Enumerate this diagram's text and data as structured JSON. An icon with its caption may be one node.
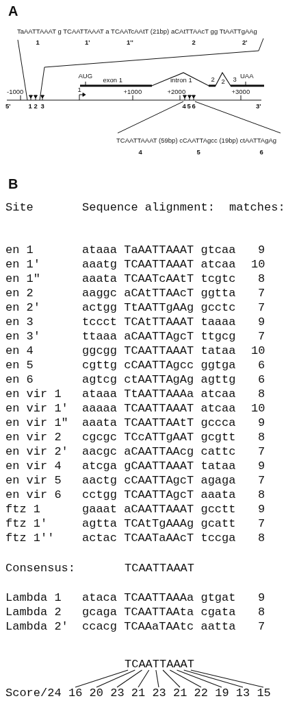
{
  "diagram": {
    "nodes": [
      {
        "text": [
          "TCAATTAAAT"
        ]
      },
      {
        "text": [
          "16"
        ]
      },
      {
        "text": [
          "20"
        ]
      },
      {
        "text": [
          "23"
        ]
      },
      {
        "text": [
          "21"
        ]
      },
      {
        "text": [
          "23"
        ]
      },
      {
        "text": [
          "21"
        ]
      },
      {
        "text": [
          "22"
        ]
      },
      {
        "text": [
          "19"
        ]
      },
      {
        "text": [
          "13"
        ]
      },
      {
        "text": [
          "15"
        ]
      }
    ],
    "edges": [
      {
        "from": 0,
        "to": 1,
        "arrow": "none"
      },
      {
        "from": 0,
        "to": 2,
        "arrow": "none"
      },
      {
        "from": 0,
        "to": 3,
        "arrow": "none"
      },
      {
        "from": 0,
        "to": 4,
        "arrow": "none"
      },
      {
        "from": 0,
        "to": 5,
        "arrow": "none"
      },
      {
        "from": 0,
        "to": 6,
        "arrow": "none"
      },
      {
        "from": 0,
        "to": 7,
        "arrow": "none"
      },
      {
        "from": 0,
        "to": 8,
        "arrow": "none"
      },
      {
        "from": 0,
        "to": 9,
        "arrow": "none"
      },
      {
        "from": 0,
        "to": 10,
        "arrow": "none"
      }
    ],
    "labels": [
      "A",
      "TaAATTAAAT g TCAATTAAAT a TCAATcAAtT (21bp) aCAtTTAAcT gg TtAATTgAAg",
      "1",
      "1'",
      "1''",
      "2",
      "2'",
      "AUG",
      "exon 1",
      "intron 1",
      "2",
      "2",
      "3",
      "UAA",
      "-1000",
      "1",
      "+1000",
      "+2000",
      "+3000",
      "5'",
      "1",
      "2",
      "3",
      "4",
      "5",
      "6",
      "3'",
      "TCAATTAAAT (59bp) cCAATTAgcc (19bp) ctAATTAgAg",
      "4",
      "5",
      "6",
      "B",
      "Site",
      "Sequence alignment:",
      "matches:",
      "en 1",
      "ataaa TaAATTAAAT gtcaa",
      "9",
      "en 1'",
      "aaatg TCAATTAAAT atcaa",
      "10",
      "en 1\"",
      "aaata TCAATcAAtT tcgtc",
      "8",
      "en 2",
      "aaggc aCAtTTAAcT ggtta",
      "7",
      "en 2'",
      "actgg TtAATTgAAg gcctc",
      "7",
      "en 3",
      "tccct TCAtTTAAAT taaaa",
      "9",
      "en 3'",
      "ttaaa aCAATTAgcT ttgcg",
      "7",
      "en 4",
      "ggcgg TCAATTAAAT tataa",
      "10",
      "en 5",
      "cgttg cCAATTAgcc ggtga",
      "6",
      "en 6",
      "agtcg ctAATTAgAg agttg",
      "6",
      "en vir 1",
      "ataaa TtAATTAAAa atcaa",
      "8",
      "en vir 1'",
      "aaaaa TCAATTAAAT atcaa",
      "10",
      "en vir 1\"",
      "aaata TCAATTAAtT gccca",
      "9",
      "en vir 2",
      "cgcgc TCcATTgAAT gcgtt",
      "8",
      "en vir 2'",
      "aacgc aCAATTAAcg cattc",
      "7",
      "en vir 4",
      "atcga gCAATTAAAT tataa",
      "9",
      "en vir 5",
      "aactg cCAATTAgcT agaga",
      "7",
      "en vir 6",
      "cctgg TCAATTAgcT aaata",
      "8",
      "ftz 1",
      "gaaat aCAATTAAAT gcctt",
      "9",
      "ftz 1'",
      "agtta TCAtTgAAAg gcatt",
      "7",
      "ftz 1''",
      "actac TCAATaAAcT tccga",
      "8",
      "Consensus:",
      "TCAATTAAAT",
      "Lambda 1",
      "ataca TCAATTAAAa gtgat",
      "9",
      "Lambda 2",
      "gcaga TCAATTAAta cgata",
      "8",
      "Lambda 2'",
      "ccacg TCAAaTAAtc aatta",
      "7",
      "Score/24"
    ]
  }
}
